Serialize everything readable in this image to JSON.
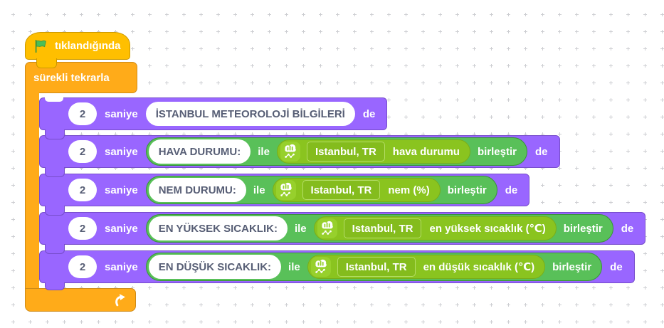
{
  "workspace": {
    "type": "block-programming-canvas",
    "grid": "plus-marks"
  },
  "colors": {
    "events_block": "#FFBF00",
    "control_block": "#FFAB19",
    "looks_block": "#9966FF",
    "operators_block": "#59C059",
    "weather_block": "#8AC41F",
    "input_text": "#575E75",
    "label_text": "#FFFFFF",
    "flag_green": "#4CBF56",
    "grid_mark": "#CDCED2"
  },
  "icons": {
    "hat": "green-flag-icon",
    "loop": "loop-arrow-icon",
    "weather": "weather-cloud-chart-icon"
  },
  "script": {
    "hat": {
      "label": "tıklandığında"
    },
    "forever": {
      "label": "sürekli tekrarla"
    },
    "rows": [
      {
        "duration": "2",
        "duration_unit": "saniye",
        "say_suffix": "de",
        "message": "İSTANBUL METEOROLOJİ BİLGİLERİ"
      },
      {
        "duration": "2",
        "duration_unit": "saniye",
        "say_suffix": "de",
        "join_text": "HAVA DURUMU:",
        "join_with": "ile",
        "join_suffix": "birleştir",
        "weather_location": "Istanbul, TR",
        "weather_metric": "hava durumu"
      },
      {
        "duration": "2",
        "duration_unit": "saniye",
        "say_suffix": "de",
        "join_text": "NEM DURUMU:",
        "join_with": "ile",
        "join_suffix": "birleştir",
        "weather_location": "Istanbul, TR",
        "weather_metric": "nem (%)"
      },
      {
        "duration": "2",
        "duration_unit": "saniye",
        "say_suffix": "de",
        "join_text": "EN YÜKSEK SICAKLIK:",
        "join_with": "ile",
        "join_suffix": "birleştir",
        "weather_location": "Istanbul, TR",
        "weather_metric": "en yüksek sıcaklık (℃)"
      },
      {
        "duration": "2",
        "duration_unit": "saniye",
        "say_suffix": "de",
        "join_text": "EN DÜŞÜK SICAKLIK:",
        "join_with": "ile",
        "join_suffix": "birleştir",
        "weather_location": "Istanbul, TR",
        "weather_metric": "en düşük sıcaklık (℃)"
      }
    ]
  }
}
